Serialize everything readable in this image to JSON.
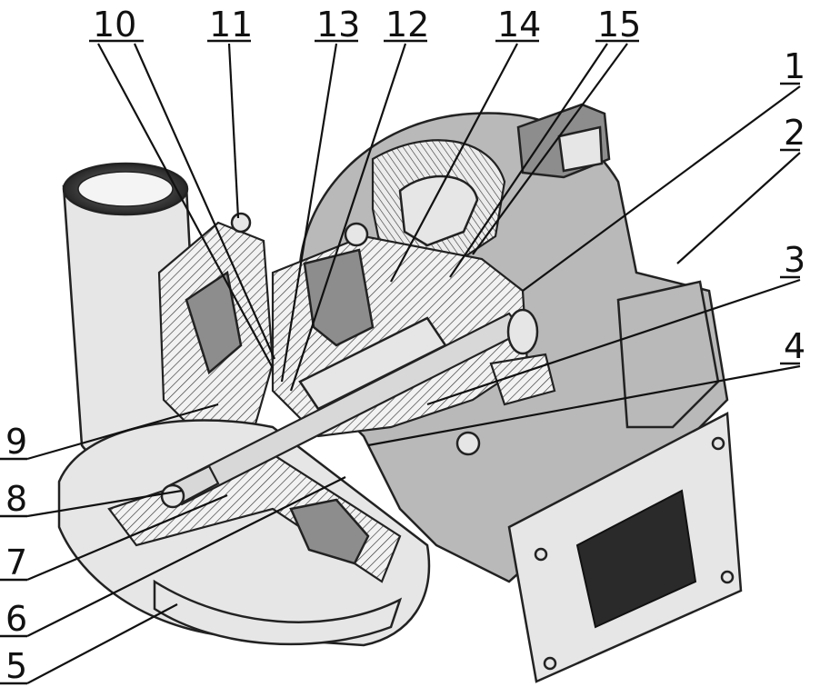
{
  "labels": [
    {
      "id": "10",
      "text": "10"
    },
    {
      "id": "11",
      "text": "11"
    },
    {
      "id": "13",
      "text": "13"
    },
    {
      "id": "12",
      "text": "12"
    },
    {
      "id": "14",
      "text": "14"
    },
    {
      "id": "15",
      "text": "15"
    },
    {
      "id": "1",
      "text": "1"
    },
    {
      "id": "2",
      "text": "2"
    },
    {
      "id": "3",
      "text": "3"
    },
    {
      "id": "4",
      "text": "4"
    },
    {
      "id": "9",
      "text": "9"
    },
    {
      "id": "8",
      "text": "8"
    },
    {
      "id": "7",
      "text": "7"
    },
    {
      "id": "6",
      "text": "6"
    },
    {
      "id": "5",
      "text": "5"
    }
  ]
}
